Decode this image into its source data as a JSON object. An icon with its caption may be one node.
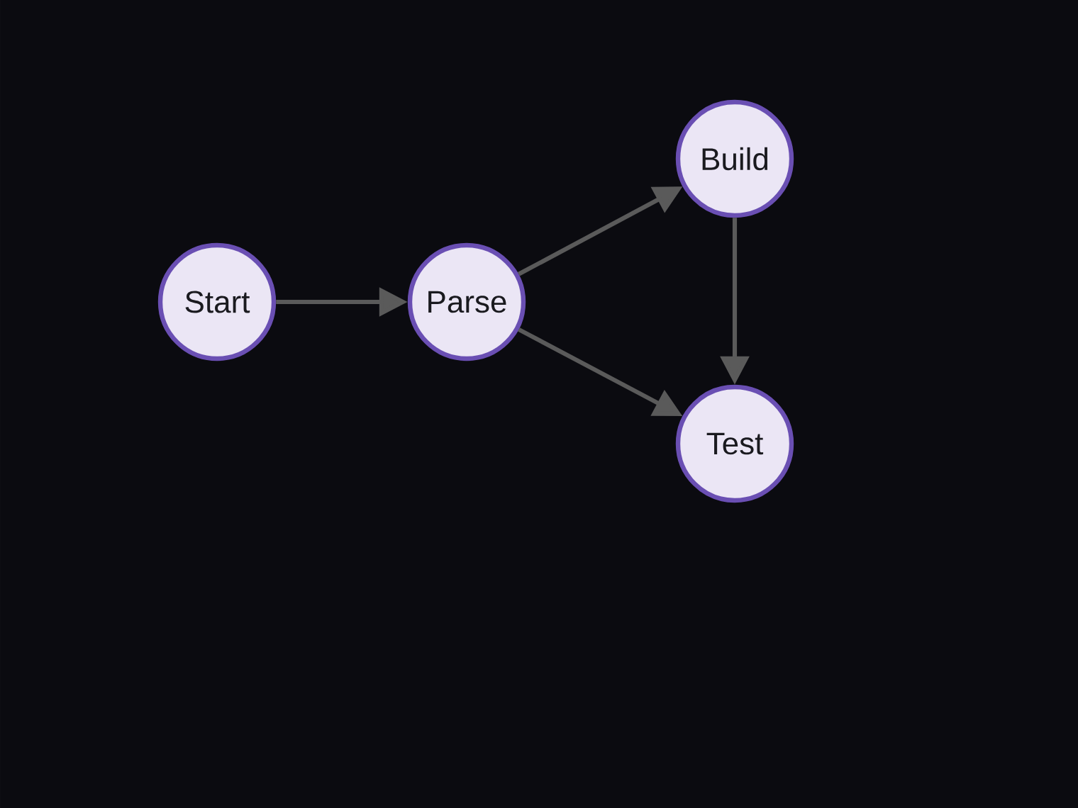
{
  "diagram": {
    "nodes": [
      {
        "text": [
          "Start"
        ]
      },
      {
        "text": [
          "Parse"
        ]
      },
      {
        "text": [
          "Build"
        ]
      },
      {
        "text": [
          "Test"
        ]
      }
    ],
    "edges": [
      {
        "from": 0,
        "to": 1,
        "arrow": "to"
      },
      {
        "from": 1,
        "to": 2,
        "arrow": "to"
      },
      {
        "from": 1,
        "to": 3,
        "arrow": "to"
      },
      {
        "from": 2,
        "to": 3,
        "arrow": "to"
      }
    ]
  }
}
